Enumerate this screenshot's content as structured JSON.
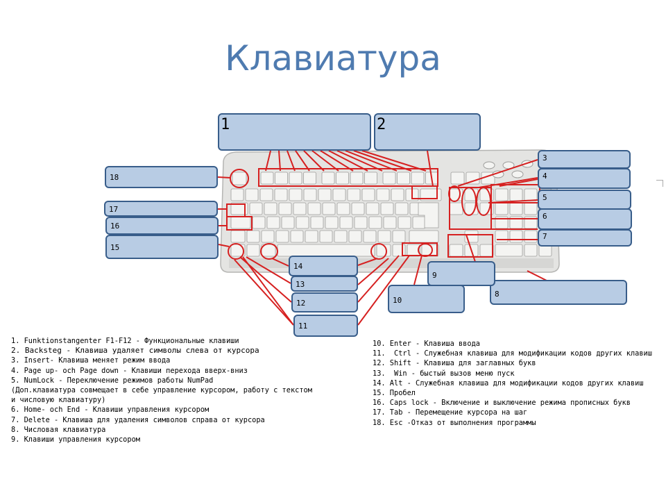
{
  "title": "Клавиатура",
  "callouts": [
    {
      "id": "c1",
      "text": "1"
    },
    {
      "id": "c2",
      "text": "2"
    },
    {
      "id": "c3",
      "text": "3"
    },
    {
      "id": "c4",
      "text": "4"
    },
    {
      "id": "c5",
      "text": "5"
    },
    {
      "id": "c6",
      "text": "6"
    },
    {
      "id": "c7",
      "text": "7"
    },
    {
      "id": "c8",
      "text": "8"
    },
    {
      "id": "c9",
      "text": "9"
    },
    {
      "id": "c10",
      "text": "10"
    },
    {
      "id": "c11",
      "text": "11"
    },
    {
      "id": "c12",
      "text": "12"
    },
    {
      "id": "c13",
      "text": "13"
    },
    {
      "id": "c14",
      "text": "14"
    },
    {
      "id": "c15",
      "text": "15"
    },
    {
      "id": "c16",
      "text": "16"
    },
    {
      "id": "c17",
      "text": "17"
    },
    {
      "id": "c18",
      "text": "18"
    }
  ],
  "legend_left": [
    "1. Funktionstangenter F1-F12 - Функциональные клавиши",
    "2. Backsteg - Клавиша удаляет символы слева от курсора",
    "3. Insert- Клавиша меняет режим ввода",
    "4. Page up- och Page down - Клавиши перехода вверх-вниз",
    "5. NumLock - Переключение режимов работы NumPad",
    "(Доп.клавиатура совмещает в себе управление курсором, работу с текстом и числовую клавиатуру)",
    "6. Home- och End - Клавиши управления курсором",
    "7. Delete - Клавиша для удаления символов справа от курсора",
    "8. Числовая клавиатура",
    "9. Клавиши управления курсором"
  ],
  "legend_right": [
    "10. Enter - Клавиша ввода",
    "11.  Ctrl - Служебная клавиша для модификации кодов других клавиш",
    "12. Shift - Клавиша для заглавных букв",
    "13.  Win - быстый вызов меню пуск",
    "14. Alt - Служебная клавиша для модификации кодов других клавиш",
    "15. Пробел",
    "16. Caps lock - Включение и выключение режима прописных букв",
    "17. Tab - Перемещение курсора на шаг",
    "18. Esc -Отказ от выполнения программы"
  ],
  "colors": {
    "title": "#4f7bb0",
    "box_fill": "#b8cce4",
    "box_border": "#385d8a",
    "pointer": "#d62020",
    "keyboard": "#e4e4e2",
    "key": "#f4f4f2"
  }
}
